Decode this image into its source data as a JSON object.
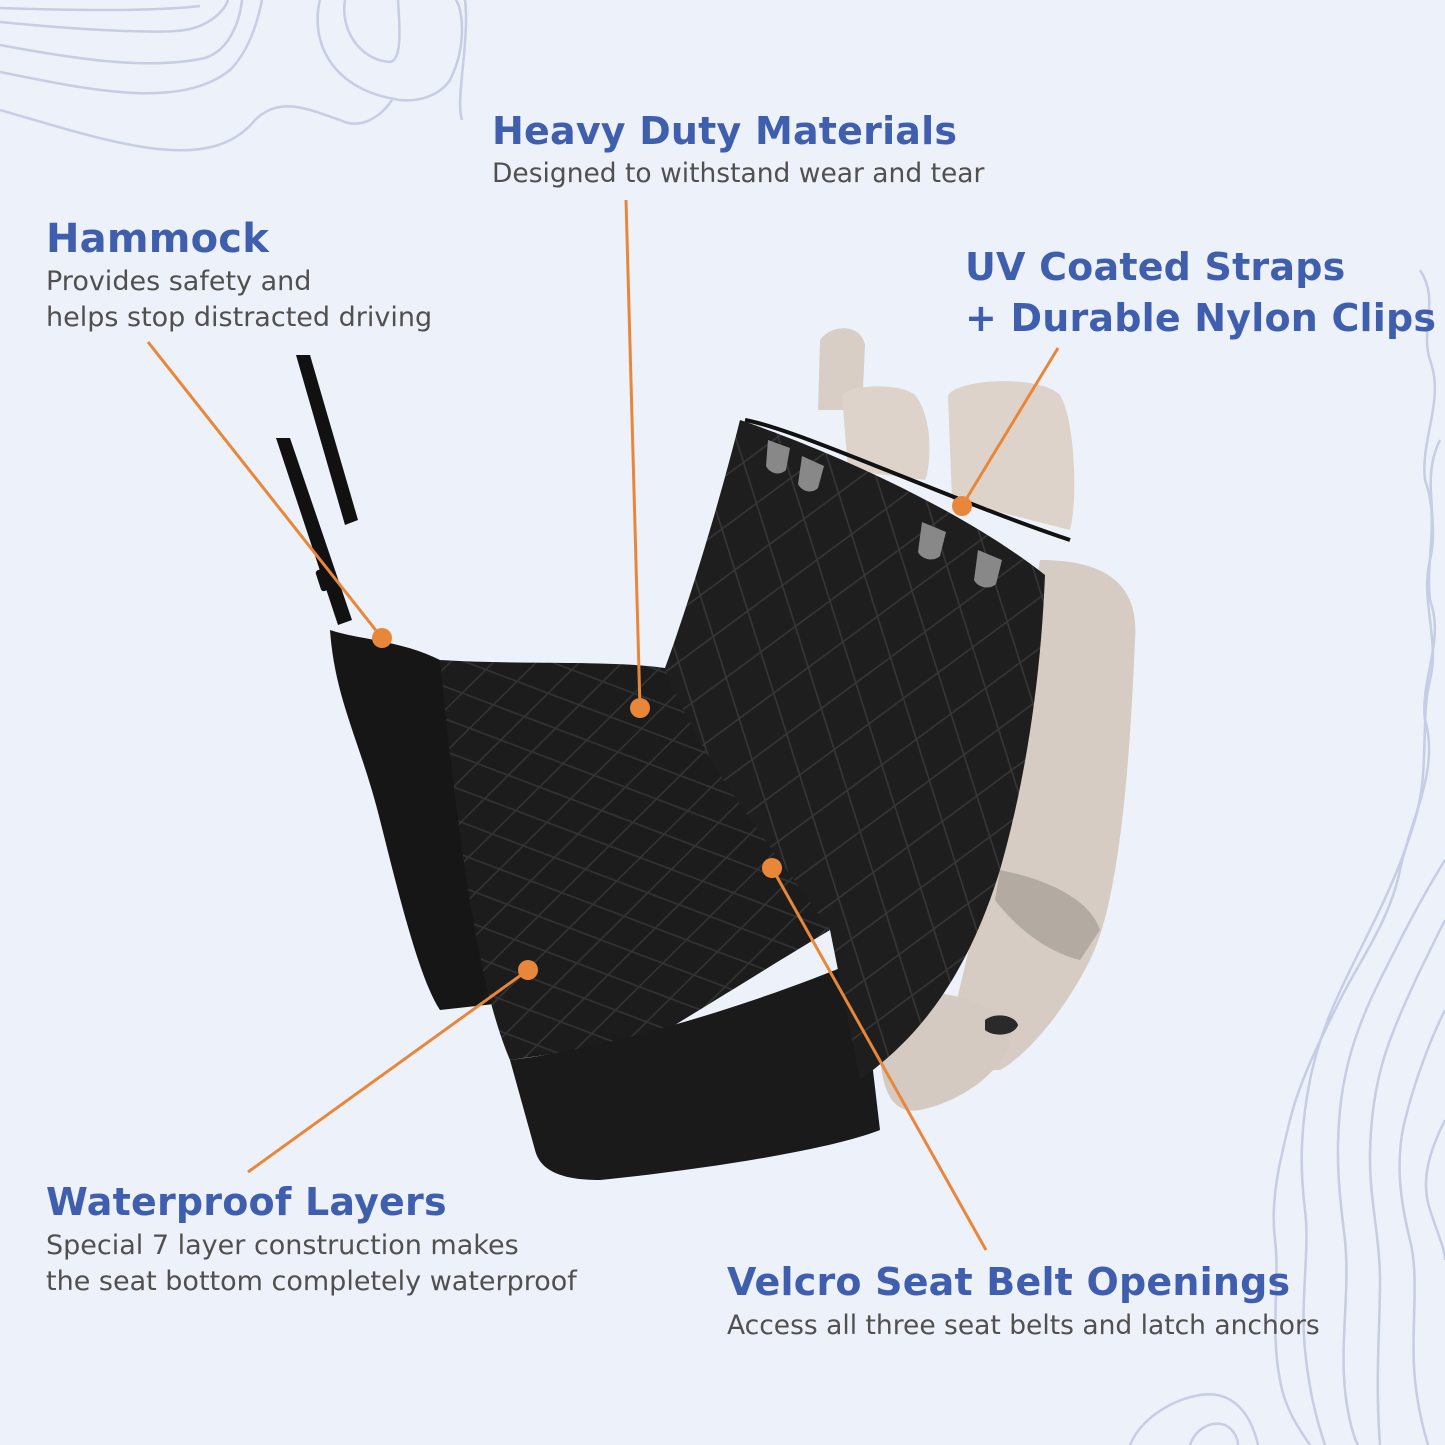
{
  "colors": {
    "background": "#edf1f9",
    "heading": "#3f5fae",
    "body_text": "#505050",
    "callout_line": "#e8873a",
    "topo_line": "#c6cde4",
    "seat_cover": "#1b1b1b",
    "seat_upholstery": "#d9cfc6"
  },
  "callouts": {
    "heavy_duty": {
      "title": "Heavy Duty Materials",
      "description": "Designed to withstand wear and tear"
    },
    "hammock": {
      "title": "Hammock",
      "description_line1": "Provides safety and",
      "description_line2": "helps stop distracted driving"
    },
    "uv_straps": {
      "title_line1": "UV Coated Straps",
      "title_line2": "+ Durable Nylon Clips"
    },
    "waterproof": {
      "title": "Waterproof Layers",
      "description_line1": "Special 7 layer construction makes",
      "description_line2": "the seat bottom completely waterproof"
    },
    "velcro": {
      "title": "Velcro Seat Belt Openings",
      "description": "Access all three seat belts and latch anchors"
    }
  },
  "product": {
    "name": "dog-hammock-seat-cover"
  }
}
